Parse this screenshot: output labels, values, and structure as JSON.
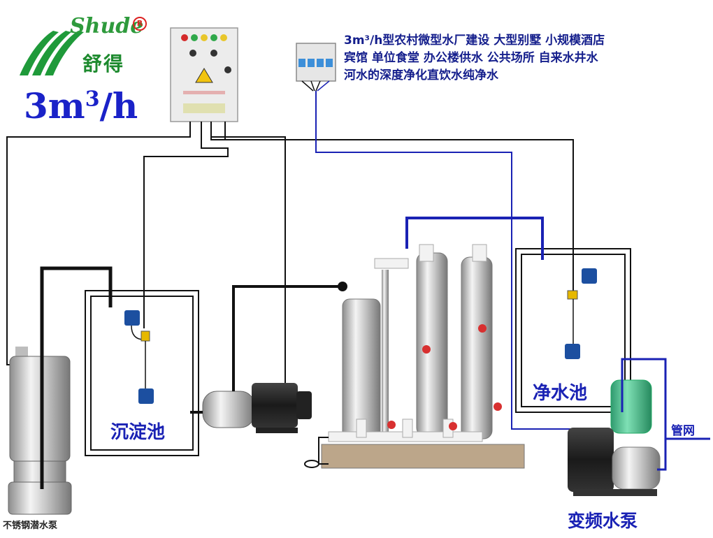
{
  "brand": {
    "latin_name": "Shude",
    "chinese_name": "舒得",
    "registered_mark": "R"
  },
  "capacity": {
    "value": "3m",
    "exponent": "3",
    "unit": "/h"
  },
  "description_lines": [
    "3m³/h型农村微型水厂建设 大型别墅 小规模酒店",
    "宾馆 单位食堂 办公楼供水 公共场所 自来水井水",
    "河水的深度净化直饮水纯净水"
  ],
  "labels": {
    "sedimentation_tank": "沉淀池",
    "clean_water_tank": "净水池",
    "vfd_pump": "变频水泵",
    "pipe_network": "管网",
    "submersible_pump": "不锈钢潜水泵"
  },
  "control_box": {
    "indicator_colors": [
      "#d42a2a",
      "#2fa84a",
      "#e8c62a",
      "#2fa84a",
      "#e8c62a"
    ],
    "warning_icon": "warning-triangle-icon"
  },
  "colors": {
    "wire_black": "#111111",
    "pipe_blue": "#1a22b4",
    "tank_border": "#111111"
  }
}
